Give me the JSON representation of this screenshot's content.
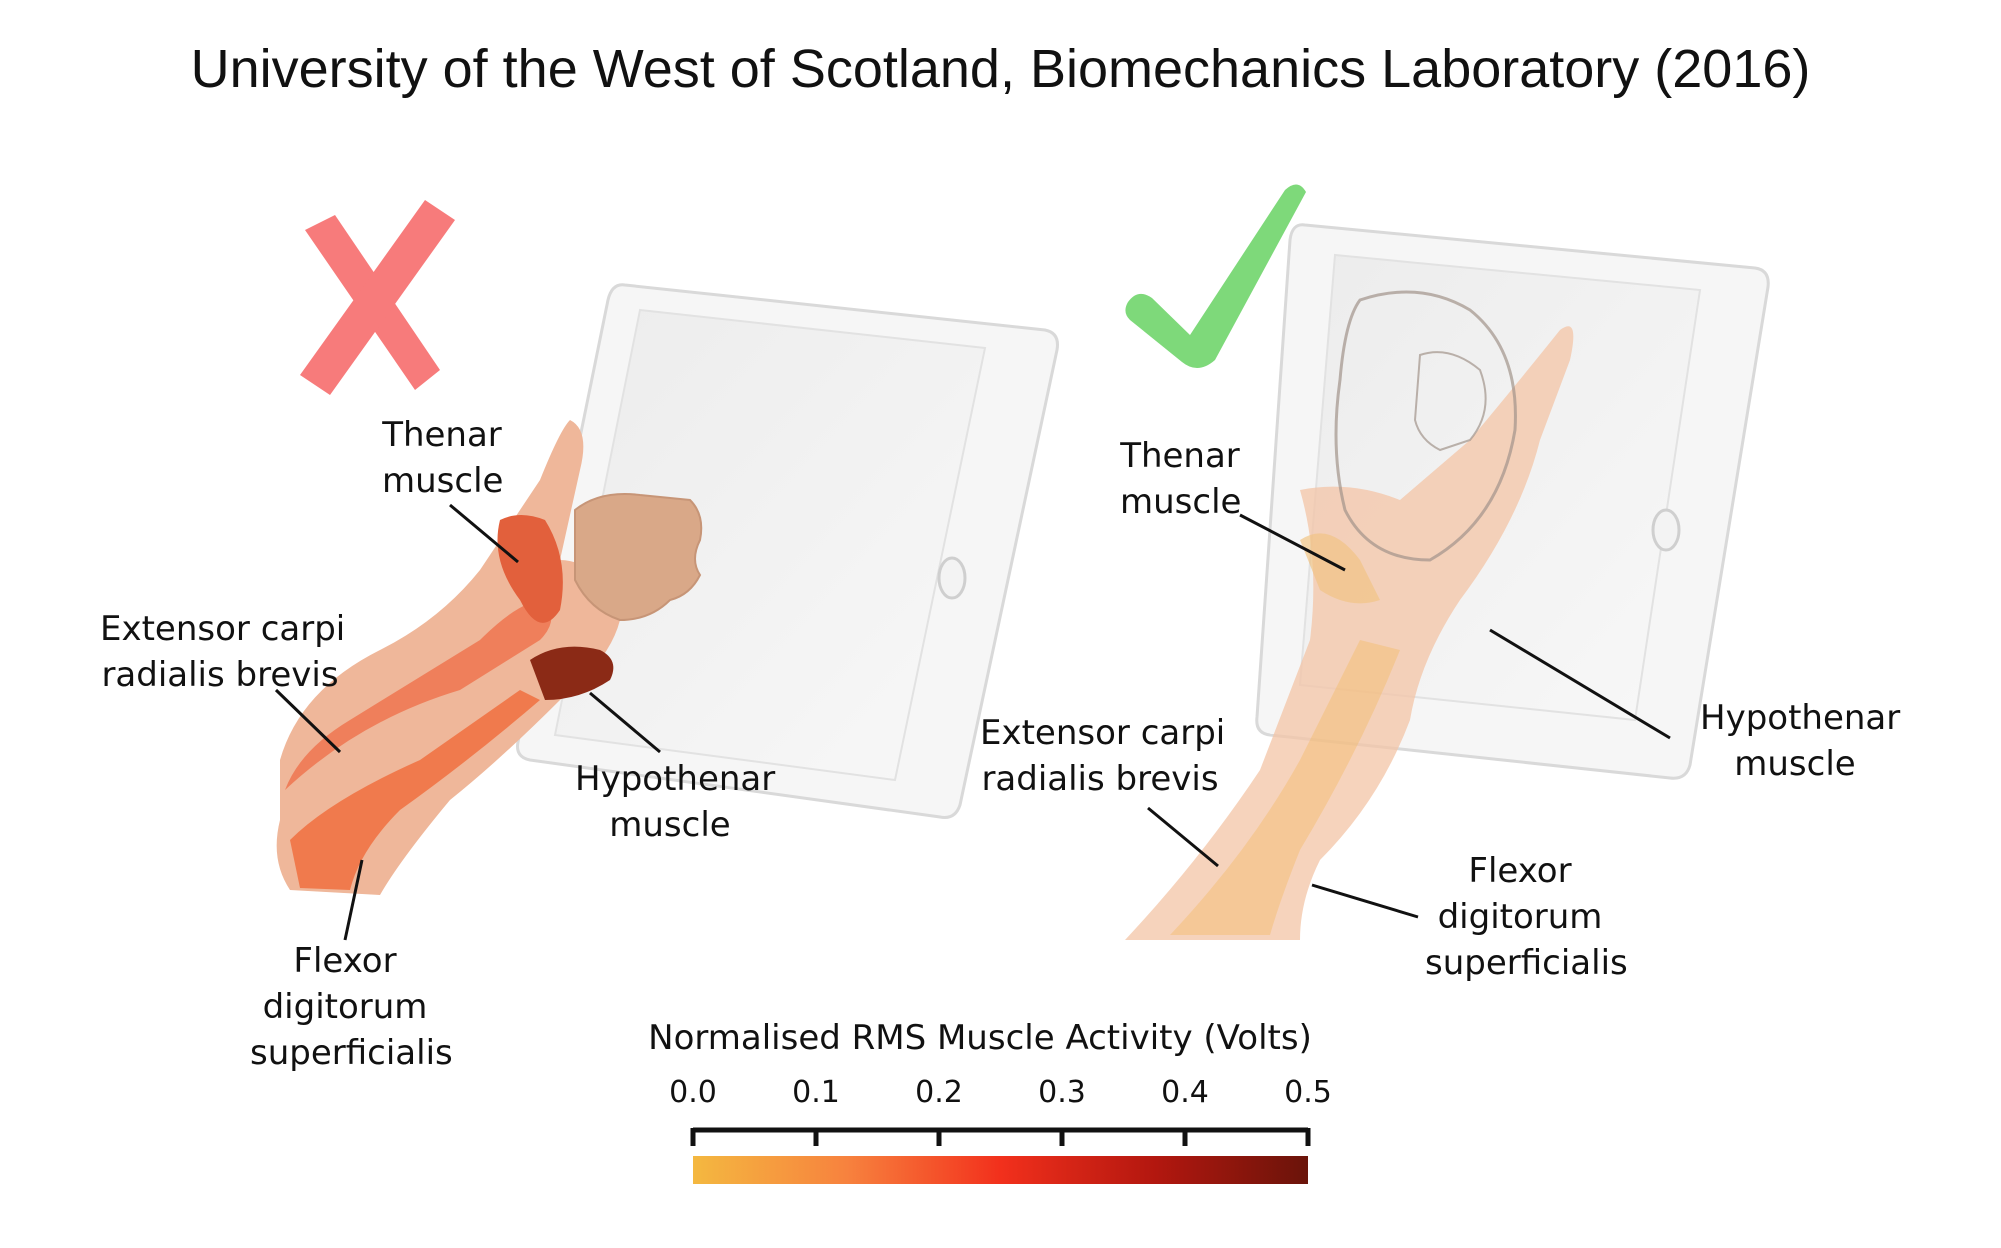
{
  "title": "University of the West of Scotland, Biomechanics Laboratory (2016)",
  "left_panel": {
    "status_icon": "cross-icon",
    "status_color": "#f77b7b",
    "labels": {
      "thenar": [
        "Thenar",
        "muscle"
      ],
      "extensor": [
        "Extensor carpi",
        "radialis brevis"
      ],
      "hypothenar": [
        "Hypothenar",
        "muscle"
      ],
      "flexor": [
        "Flexor",
        "digitorum",
        "superficialis"
      ]
    }
  },
  "right_panel": {
    "status_icon": "check-icon",
    "status_color": "#7ed97a",
    "labels": {
      "thenar": [
        "Thenar",
        "muscle"
      ],
      "extensor": [
        "Extensor carpi",
        "radialis brevis"
      ],
      "hypothenar": [
        "Hypothenar",
        "muscle"
      ],
      "flexor": [
        "Flexor",
        "digitorum",
        "superficialis"
      ]
    }
  },
  "scale": {
    "title": "Normalised RMS Muscle Activity (Volts)",
    "ticks": [
      "0.0",
      "0.1",
      "0.2",
      "0.3",
      "0.4",
      "0.5"
    ],
    "min": 0.0,
    "max": 0.5,
    "gradient_colors": [
      "#f4b840",
      "#f7823e",
      "#f2301c",
      "#b3170f",
      "#6a140a"
    ]
  }
}
